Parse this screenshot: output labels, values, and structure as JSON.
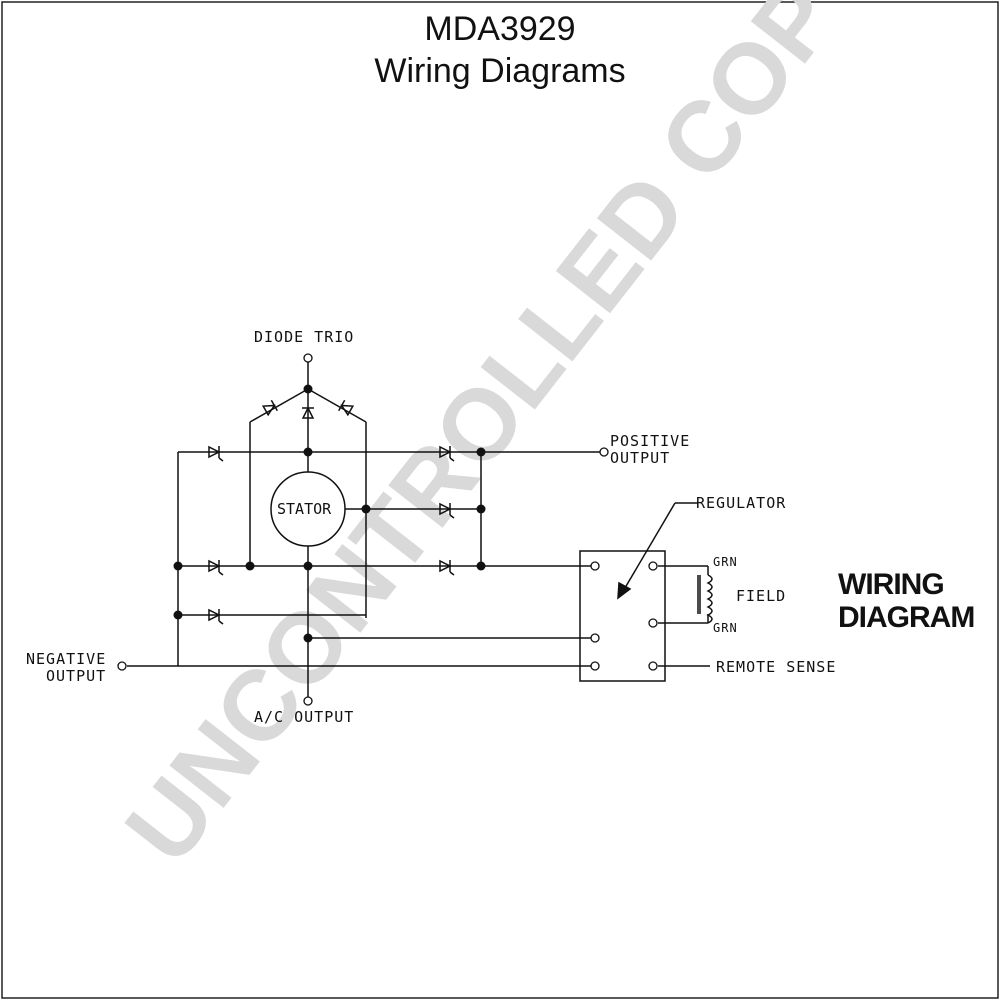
{
  "title": "MDA3929",
  "subtitle": "Wiring Diagrams",
  "watermark": "UNCONTROLLED COPY",
  "diagram_heading": [
    "WIRING",
    "DIAGRAM"
  ],
  "labels": {
    "diode_trio": "DIODE TRIO",
    "positive_output": [
      "POSITIVE",
      "OUTPUT"
    ],
    "negative_output": [
      "NEGATIVE",
      "OUTPUT"
    ],
    "ac_output": "A/C OUTPUT",
    "stator": "STATOR",
    "regulator": "REGULATOR",
    "field": "FIELD",
    "grn_top": "GRN",
    "grn_bottom": "GRN",
    "remote_sense": "REMOTE SENSE"
  }
}
